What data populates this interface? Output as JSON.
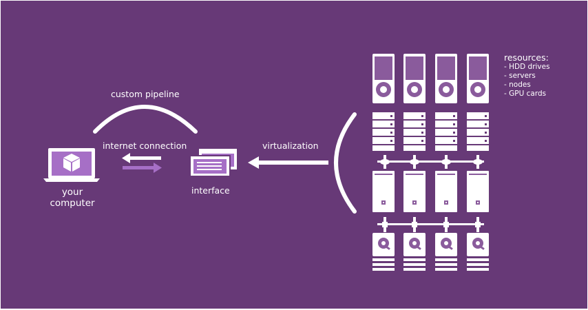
{
  "labels": {
    "custom_pipeline": "custom pipeline",
    "internet_connection": "internet connection",
    "interface": "interface",
    "virtualization": "virtualization",
    "your_computer": [
      "your",
      "computer"
    ]
  },
  "resources": {
    "heading": "resources:",
    "items": [
      "- HDD drives",
      "- servers",
      "- nodes",
      "- GPU cards"
    ]
  },
  "colors": {
    "background": "#673977",
    "foreground": "#ffffff",
    "accent": "#a66fc6",
    "inner": "#8a5b9c"
  }
}
